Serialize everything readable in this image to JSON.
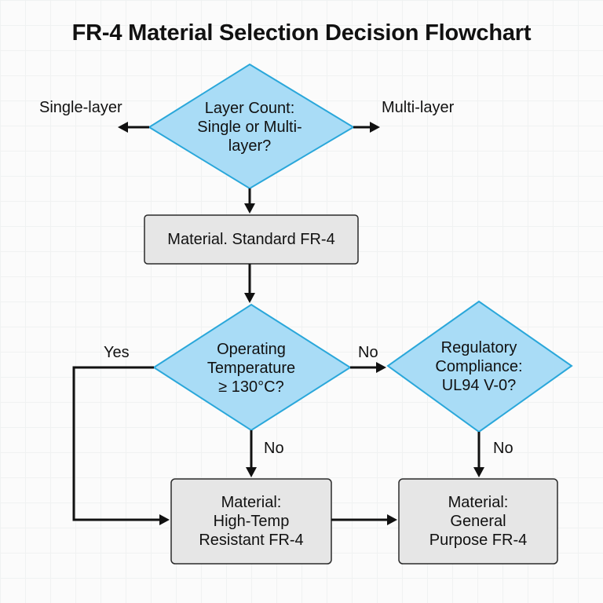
{
  "title": "FR-4 Material Selection Decision Flowchart",
  "colors": {
    "decision_fill": "#a9dcf6",
    "decision_stroke": "#2aa7da",
    "process_fill": "#e6e6e6",
    "process_stroke": "#2a2a2a",
    "arrow": "#111111"
  },
  "nodes": {
    "layer_count": "Layer Count:\nSingle or Multi-\nlayer?",
    "standard_material": "Material. Standard FR-4",
    "operating_temp": "Operating\nTemperature\n≥ 130°C?",
    "regulatory": "Regulatory\nCompliance:\nUL94 V-0?",
    "high_temp_material": "Material:\nHigh-Temp\nResistant FR-4",
    "general_material": "Material:\nGeneral\nPurpose FR-4"
  },
  "edges": {
    "single_layer": "Single-layer",
    "multi_layer": "Multi-layer",
    "temp_yes": "Yes",
    "temp_no_right": "No",
    "temp_no_down": "No",
    "regulatory_no": "No"
  }
}
